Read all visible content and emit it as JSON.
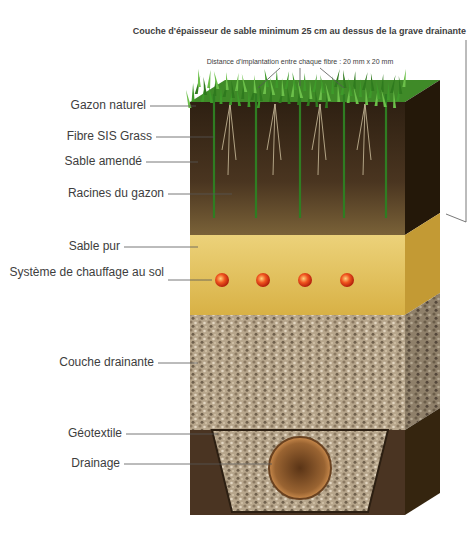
{
  "diagram": {
    "labels": [
      "Couche d'épaisseur de sable minimum 25 cm au dessus de la grave drainante",
      "Distance d'implantation entre chaque fibre : 20 mm x 20 mm",
      "Gazon naturel",
      "Fibre SIS Grass",
      "Sable amendé",
      "Racines du gazon",
      "Sable pur",
      "Système de chauffage au sol",
      "Couche drainante",
      "Géotextile",
      "Drainage"
    ]
  }
}
